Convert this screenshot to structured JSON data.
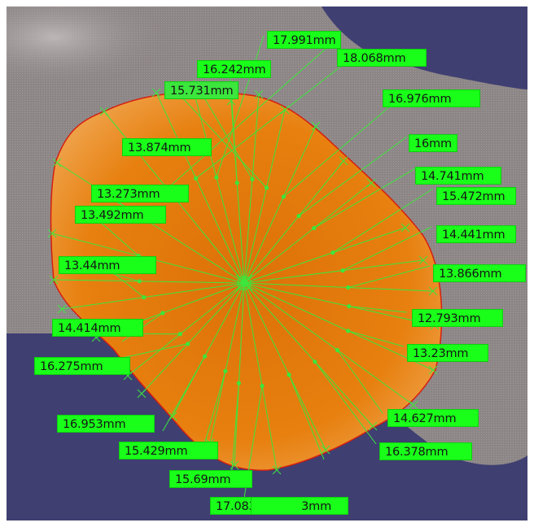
{
  "colors": {
    "background_blue": "#3f3f72",
    "surrounding_surface": "#8d8686",
    "cross_section_fill": "#e2790e",
    "cross_section_edge": "#d41f10",
    "dimension_line": "#3ce63c",
    "label_background": "#19ff19"
  },
  "measurements": [
    {
      "id": "m1",
      "text": "17.991mm"
    },
    {
      "id": "m2",
      "text": "18.068mm"
    },
    {
      "id": "m3",
      "text": "16.242mm"
    },
    {
      "id": "m4",
      "text": "15.731mm"
    },
    {
      "id": "m5",
      "text": "16.976mm"
    },
    {
      "id": "m6",
      "text": "16mm"
    },
    {
      "id": "m7",
      "text": "13.874mm"
    },
    {
      "id": "m8",
      "text": "14.741mm"
    },
    {
      "id": "m9",
      "text": "15.472mm"
    },
    {
      "id": "m10",
      "text": "13.273mm"
    },
    {
      "id": "m11",
      "text": "13.492mm"
    },
    {
      "id": "m12",
      "text": "14.441mm"
    },
    {
      "id": "m13",
      "text": "13.44mm"
    },
    {
      "id": "m14",
      "text": "13.866mm"
    },
    {
      "id": "m15",
      "text": "12.793mm"
    },
    {
      "id": "m16",
      "text": "14.414mm"
    },
    {
      "id": "m17",
      "text": "13.23mm"
    },
    {
      "id": "m18",
      "text": "16.275mm"
    },
    {
      "id": "m19",
      "text": "14.627mm"
    },
    {
      "id": "m20",
      "text": "16.953mm"
    },
    {
      "id": "m21",
      "text": "16.378mm"
    },
    {
      "id": "m22",
      "text": "15.429mm"
    },
    {
      "id": "m23",
      "text": "15.69mm"
    },
    {
      "id": "m24",
      "text": "17.083mm"
    },
    {
      "id": "m25",
      "text": "3mm"
    }
  ]
}
